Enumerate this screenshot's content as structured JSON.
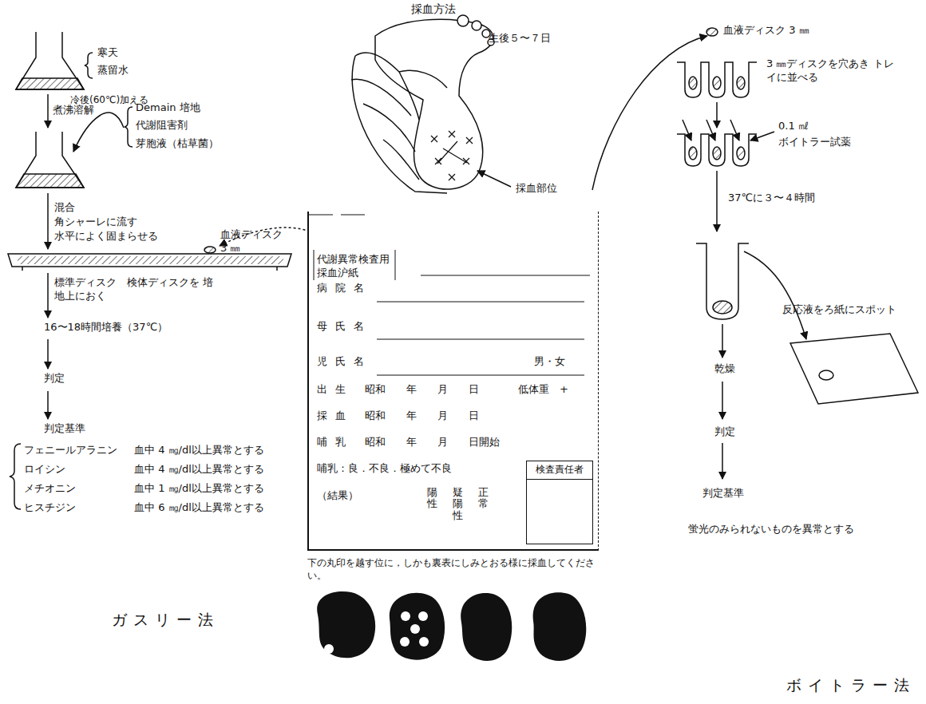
{
  "diagram": {
    "nodes": [
      {
        "text": [
          "代謝異常検査用 採血沪紙",
          "病院名",
          "母氏名",
          "児氏名",
          "男・女",
          "出生",
          "昭和　　年　　月　　日",
          "低体重　+",
          "採血",
          "昭和　　年　　月　　日",
          "哺乳",
          "昭和　　年　　月　　日開始",
          "哺乳：良．不良．極めて不良",
          "（結果）",
          "陽性",
          "疑陽性",
          "正常"
        ]
      },
      {
        "text": [
          "検査責任者"
        ],
        "in": 0
      }
    ],
    "labels": [
      "採血方法",
      "生後５〜７日",
      "採血部位",
      "寒天",
      "蒸留水",
      "煮沸溶解",
      "冷後(60℃)加える",
      "Demain 培地",
      "代謝阻害剤",
      "芽胞液（枯草菌）",
      "混合",
      "角シャーレに流す",
      "水平によく固まらせる",
      "血液ディスク 3 ㎜",
      "標準ディスク　検体ディスクを 培地上におく",
      "16〜18時間培養（37℃）",
      "判定",
      "判定基準",
      "フェニールアラニン",
      "血中 4 ㎎/dl以上異常とする",
      "ロイシン",
      "血中 4 ㎎/dl以上異常とする",
      "メチオニン",
      "血中 1 ㎎/dl以上異常とする",
      "ヒスチジン",
      "血中 6 ㎎/dl以上異常とする",
      "ガスリー法",
      "下の丸印を越す位に，しかも裏表にしみとおる様に採血してください。",
      "血液ディスク 3 ㎜",
      "3 ㎜ディスクを穴あき トレイに並べる",
      "0.1 ㎖",
      "ボイトラー試薬",
      "37℃に３〜４時間",
      "反応液をろ紙にスポット",
      "乾燥",
      "判定",
      "判定基準",
      "蛍光のみられないものを異常とする",
      "ボイトラー法"
    ]
  }
}
